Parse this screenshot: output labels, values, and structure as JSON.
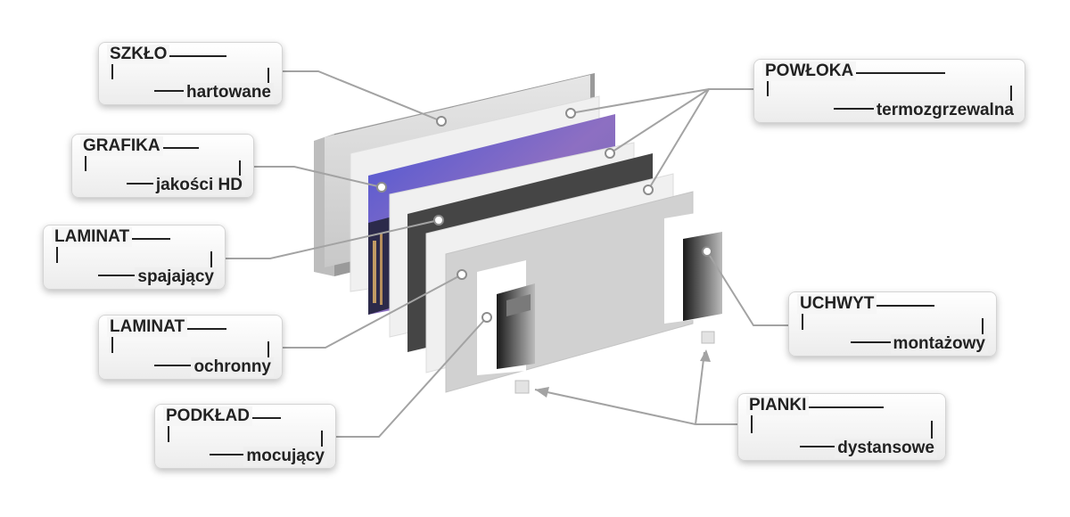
{
  "labels": [
    {
      "id": "szklo",
      "line1": "SZKŁO",
      "line2": "hartowane"
    },
    {
      "id": "grafika",
      "line1": "GRAFIKA",
      "line2": "jakości HD"
    },
    {
      "id": "laminat-spajajacy",
      "line1": "LAMINAT",
      "line2": "spajający"
    },
    {
      "id": "laminat-ochronny",
      "line1": "LAMINAT",
      "line2": "ochronny"
    },
    {
      "id": "podklad",
      "line1": "PODKŁAD",
      "line2": "mocujący"
    },
    {
      "id": "powloka",
      "line1": "POWŁOKA",
      "line2": "termozgrzewalna"
    },
    {
      "id": "uchwyt",
      "line1": "UCHWYT",
      "line2": "montażowy"
    },
    {
      "id": "pianki",
      "line1": "PIANKI",
      "line2": "dystansowe"
    }
  ],
  "colors": {
    "glass": "#d8d8d8",
    "coating": "#efefef",
    "laminate": "#444444",
    "backing": "#d0d0d0",
    "sky_top": "#5b5fd0",
    "sky_bottom": "#c59ab8",
    "leader_line": "#9a9a9a"
  }
}
